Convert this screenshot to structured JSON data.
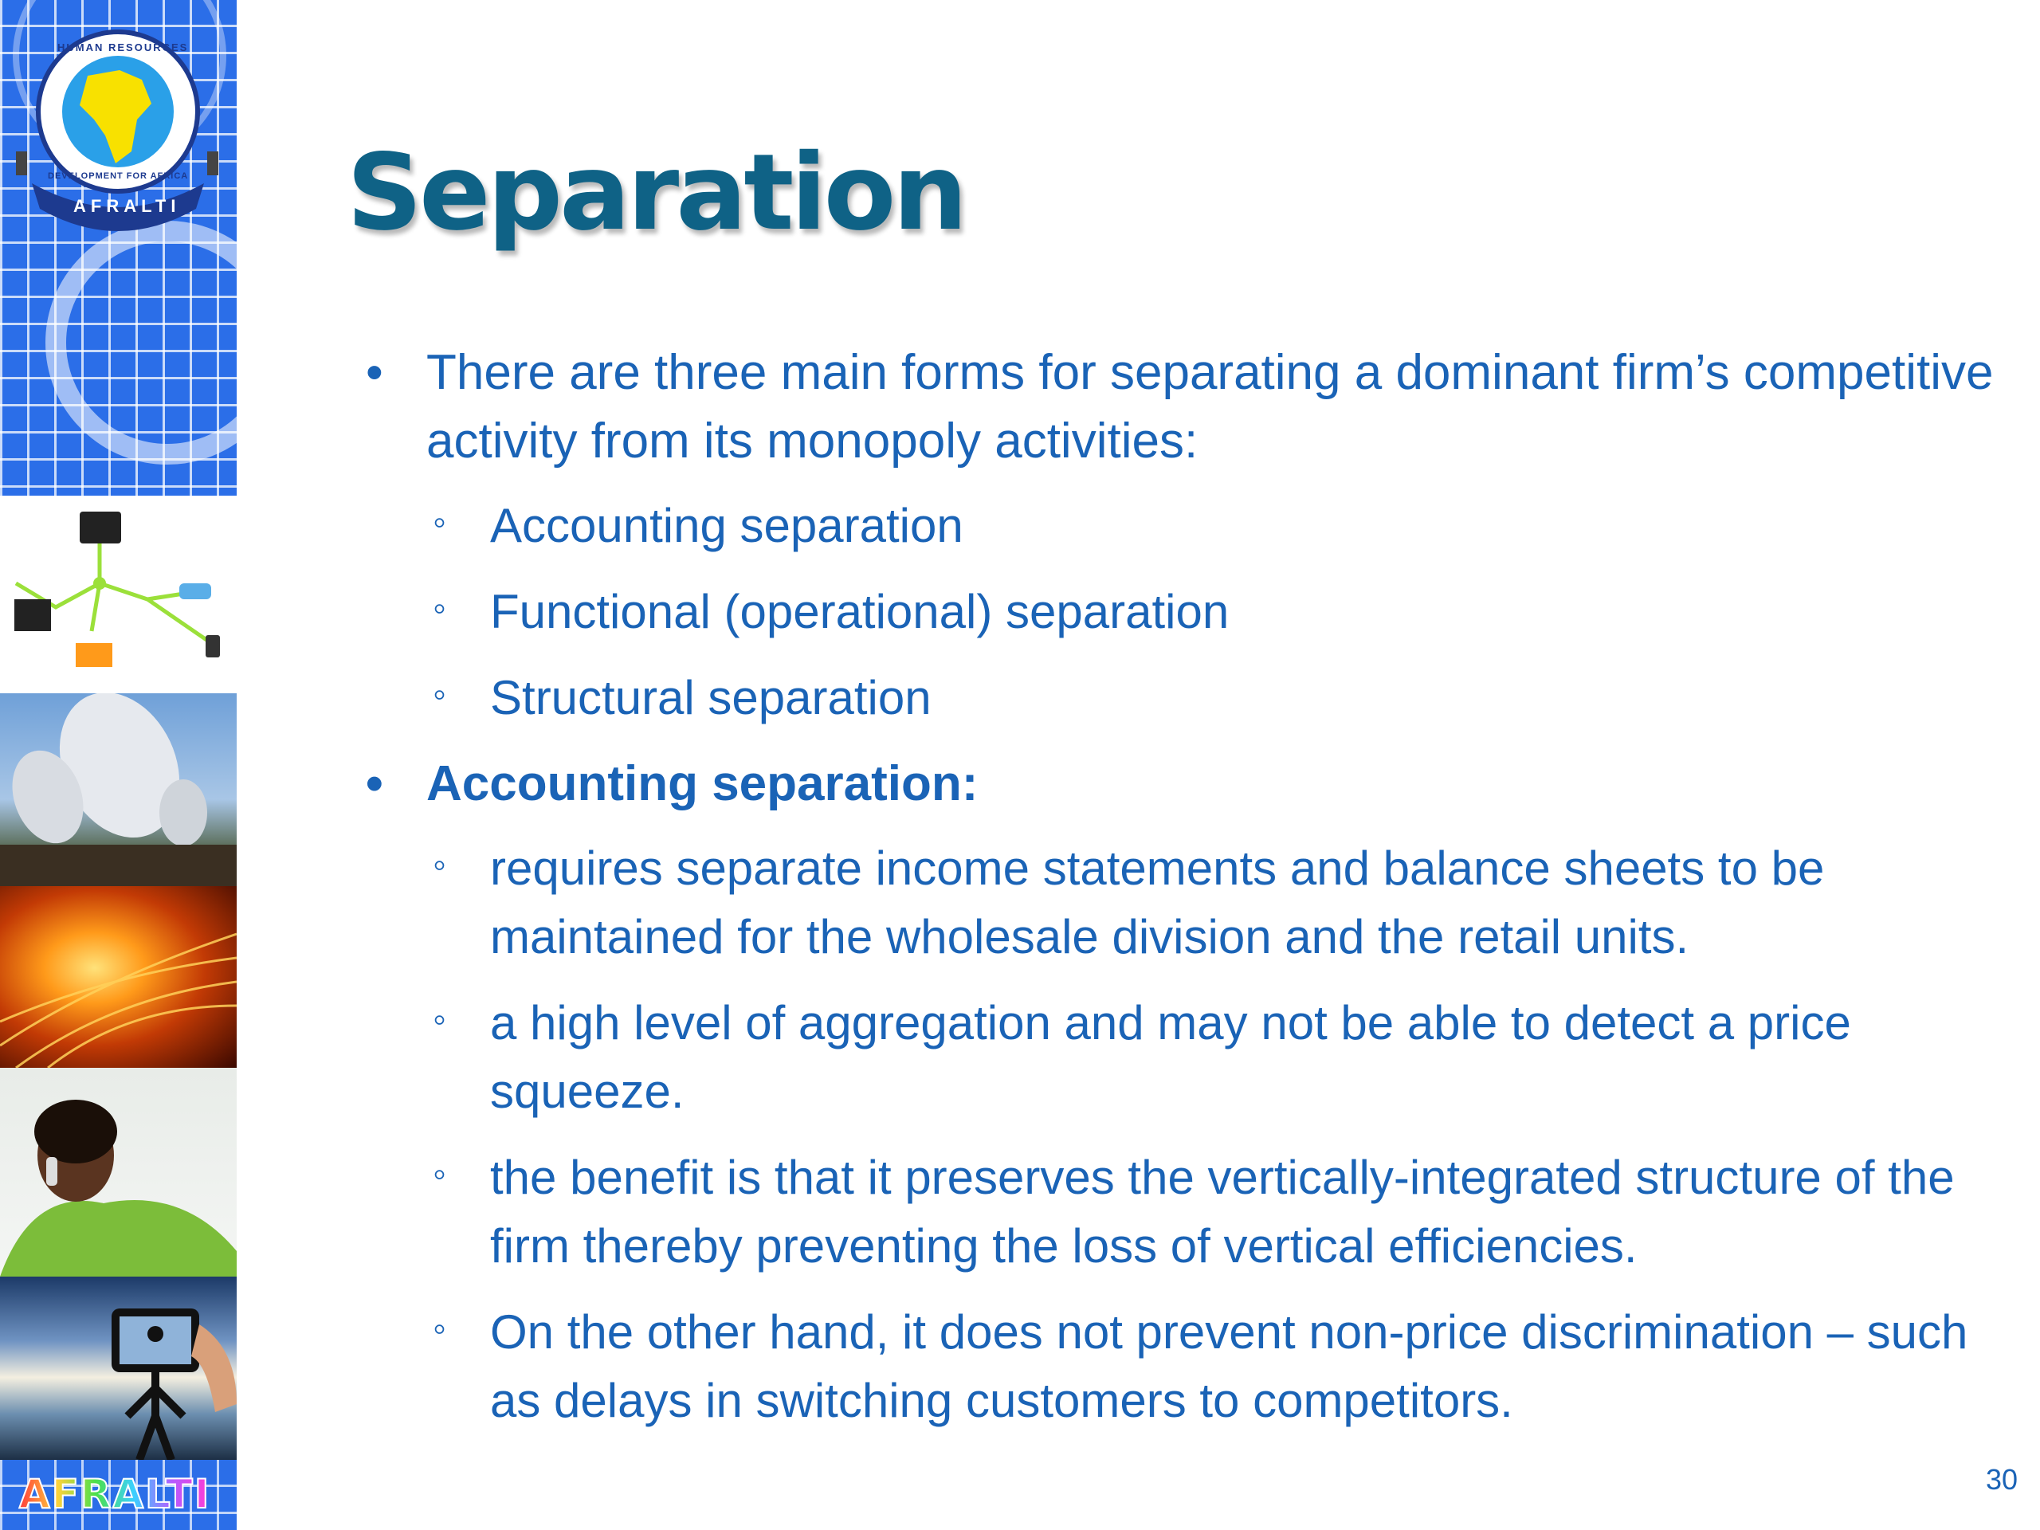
{
  "slide": {
    "title": "Separation",
    "page_number": "30"
  },
  "sidebar": {
    "logo_ring_text_top": "HUMAN RESOURCES",
    "logo_ring_text_bottom": "DEVELOPMENT FOR AFRICA",
    "logo_banner": "AFRALTI",
    "bottom_wordmark": "AFRALTI",
    "panels": [
      "logo",
      "network-devices",
      "satellite-dishes",
      "fiber-optics",
      "woman-on-phone",
      "camera-phone"
    ]
  },
  "bullets": [
    {
      "text": "There are three main forms for separating a dominant firm’s competitive activity from its monopoly activities:",
      "bold": false,
      "sub": [
        "Accounting separation",
        "Functional (operational) separation",
        "Structural separation"
      ]
    },
    {
      "text": "Accounting separation:",
      "bold": true,
      "sub": [
        "requires separate income statements and balance sheets to be maintained for the wholesale division and the retail units.",
        "a high level of aggregation and may not be able to detect a price squeeze.",
        "the benefit is that it preserves the vertically-integrated structure of the firm thereby preventing the loss of vertical efficiencies.",
        "On the other hand, it does not prevent non-price discrimination – such as delays in switching customers to competitors."
      ]
    }
  ],
  "colors": {
    "title": "#0f6286",
    "body_text": "#1a63b6",
    "sidebar_blue": "#2b6ee8"
  }
}
